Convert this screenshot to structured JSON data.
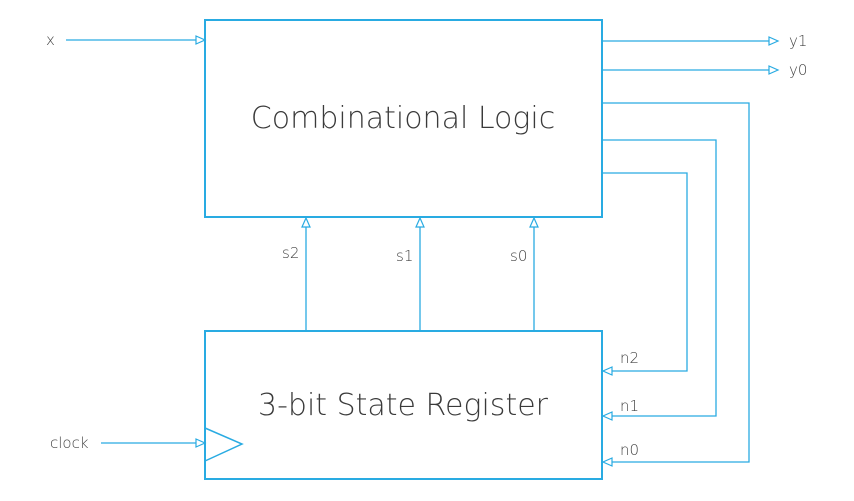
{
  "colors": {
    "stroke": "#29abe2",
    "text": "#444444"
  },
  "blocks": {
    "combinational": "Combinational Logic",
    "register": "3-bit State Register"
  },
  "signals": {
    "input_x": "x",
    "output_y1": "y1",
    "output_y0": "y0",
    "state_s2": "s2",
    "state_s1": "s1",
    "state_s0": "s0",
    "next_n2": "n2",
    "next_n1": "n1",
    "next_n0": "n0",
    "clock": "clock"
  }
}
